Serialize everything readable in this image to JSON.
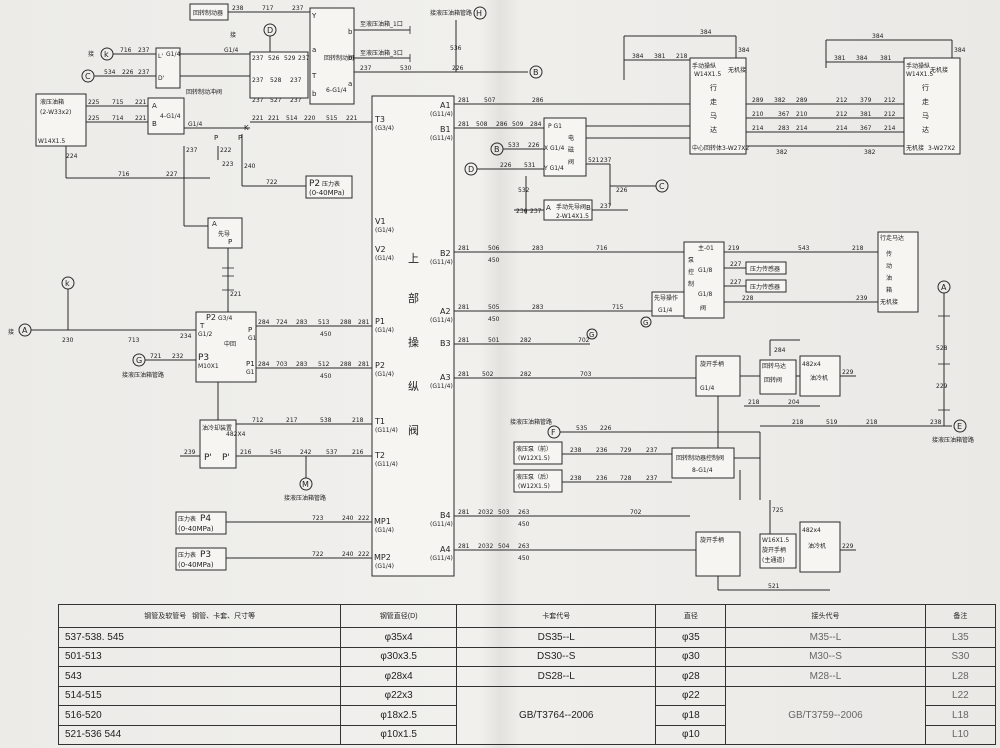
{
  "labels": {
    "brake_valve": "回转制动器",
    "pressure_gauge_text": "压力表",
    "p2_label": "P2",
    "p2_range": "(0-40MPa)",
    "p3_label": "P3",
    "p3_range": "(0-40MPa)",
    "p4_label": "P4",
    "p4_range": "(0-40MPa)",
    "rotary_joint": "中回",
    "pilot_pump": "M10X1",
    "upper_valve_vertical": [
      "上",
      "部",
      "操",
      "纵",
      "阀"
    ],
    "top_cylinder_a": "主-01",
    "pilot_ops": "先导操作",
    "relief_box1": "压力传感器",
    "relief_box2": "压力传感器",
    "travel_motor": "行走马达",
    "swing_motor_small": "回转马达",
    "hydraulic_pump_front": "液压泵（前）",
    "hydraulic_pump_rear": "液压泵（后）",
    "m12": "(W12X1.5)",
    "main_tank": "液压油箱",
    "port_w14": "W14X1.5",
    "port_w33": "(2-W33x2)",
    "oil_return": "接液压油箱管路",
    "oil_cooler": "油冷却装置",
    "m42": "482X4",
    "valve_letters": [
      "A1",
      "B1",
      "B2",
      "A2",
      "B3",
      "A3",
      "B4",
      "A4",
      "T3",
      "V1",
      "V2",
      "P1",
      "P2",
      "T1",
      "T2",
      "MP1",
      "MP2"
    ],
    "circles": [
      "H",
      "B",
      "C",
      "D",
      "k",
      "G",
      "A",
      "F",
      "E",
      "M",
      "D"
    ],
    "g1_4": "(G1/4)"
  },
  "table": {
    "headers": [
      "钢管及软管号",
      "钢管直径(D)",
      "卡套代号",
      "直径",
      "接头代号",
      "备注"
    ],
    "header_sub": "钢管、卡套、尺寸等",
    "rows": [
      {
        "no": "537-538. 545",
        "dia": "φ35x4",
        "code": "DS35--L",
        "d2": "φ35",
        "joint": "M35--L",
        "note": "L35"
      },
      {
        "no": "501-513",
        "dia": "φ30x3.5",
        "code": "DS30--S",
        "d2": "φ30",
        "joint": "M30--S",
        "note": "S30"
      },
      {
        "no": "543",
        "dia": "φ28x4",
        "code": "DS28--L",
        "d2": "φ28",
        "joint": "M28--L",
        "note": "L28"
      },
      {
        "no": "514-515",
        "dia": "φ22x3",
        "code": "",
        "d2": "φ22",
        "joint": "",
        "note": "L22"
      },
      {
        "no": "516-520",
        "dia": "φ18x2.5",
        "code": "GB/T3764--2006",
        "d2": "φ18",
        "joint": "GB/T3759--2006",
        "note": "L18"
      },
      {
        "no": "521-536  544",
        "dia": "φ10x1.5",
        "code": "",
        "d2": "φ10",
        "joint": "",
        "note": "L10"
      }
    ]
  }
}
